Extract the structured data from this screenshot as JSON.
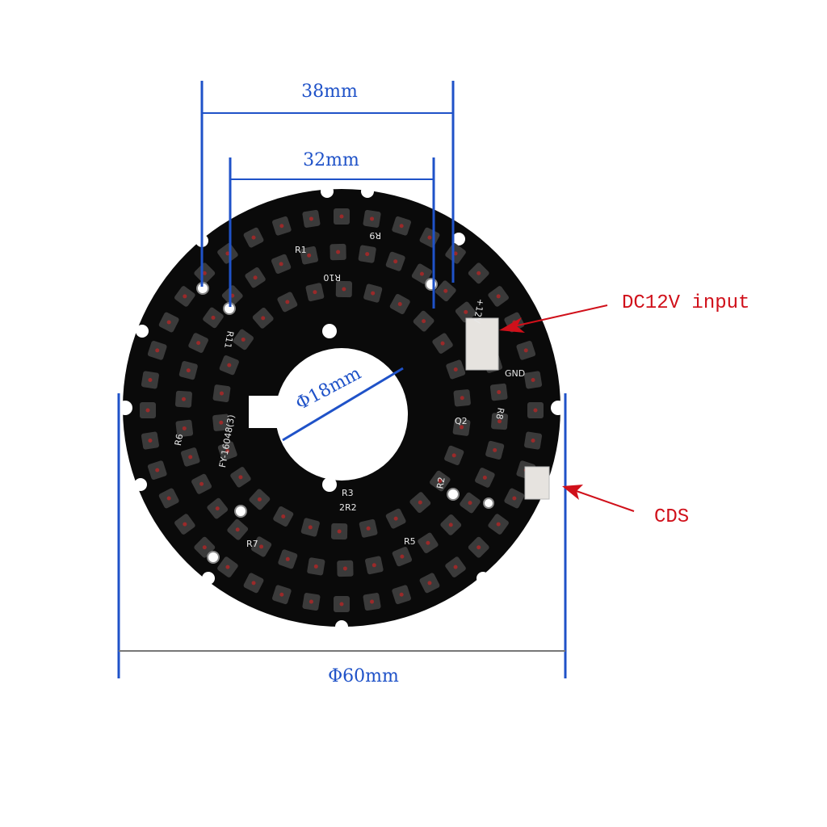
{
  "dimensions": {
    "outer_mount": "38mm",
    "inner_mount": "32mm",
    "diameter": "Φ60mm",
    "center_hole": "Φ18mm"
  },
  "callouts": {
    "power": "DC12V input",
    "sensor": "CDS"
  },
  "board_labels": [
    "R1",
    "R9",
    "R10",
    "R11",
    "FY-16048(3)",
    "R6",
    "R3",
    "2R2",
    "R7",
    "R5",
    "R2",
    "Q2",
    "R8",
    "GND",
    "+12V"
  ],
  "colors": {
    "dimension_lines": "#1f52c8",
    "callout_arrows": "#d0101a",
    "pcb": "#0a0a0a",
    "led": "#3a3a3a"
  }
}
